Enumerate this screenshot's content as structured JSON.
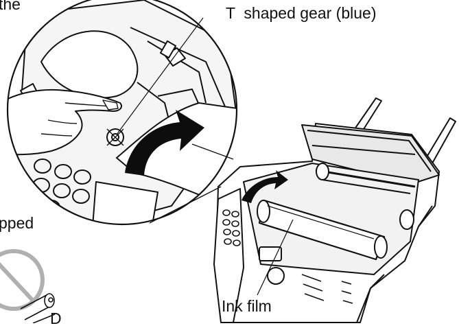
{
  "labels": {
    "gear": "T  shaped gear (blue)",
    "ink_film": "Ink film",
    "fragment_top": "the",
    "fragment_middle": "pped",
    "fragment_bottom": "D"
  },
  "colors": {
    "ink": "#111111",
    "arrow": "#0d0d0d",
    "paper": "#ffffff",
    "shade": "#dcdcdc"
  }
}
